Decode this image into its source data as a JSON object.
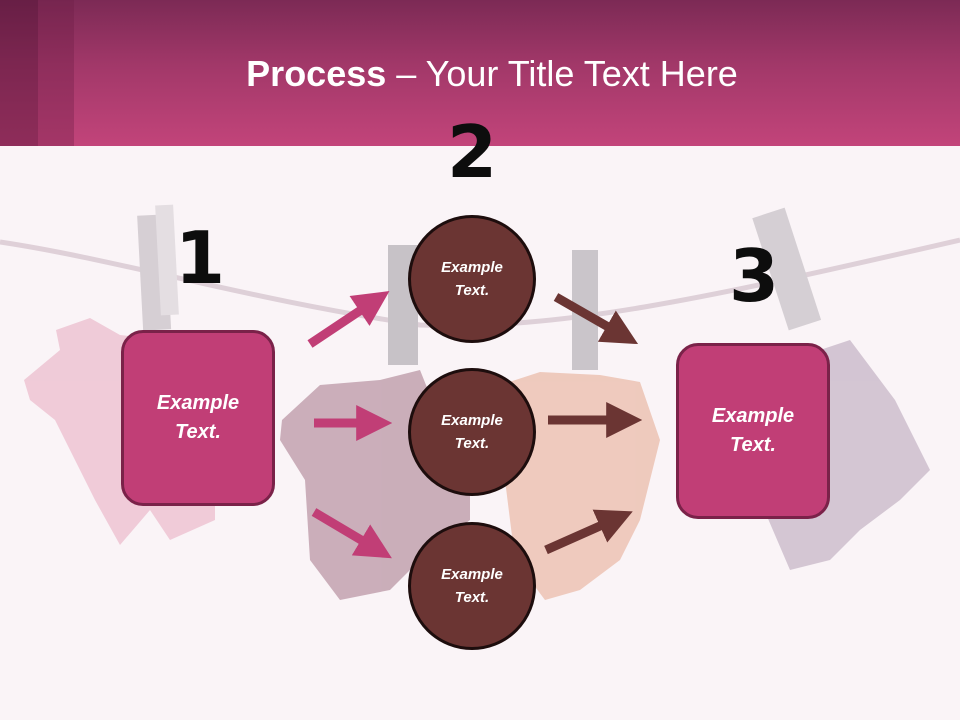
{
  "slide": {
    "title_bold": "Process",
    "title_rest": " – Your Title Text Here"
  },
  "colors": {
    "header": "#b23d71",
    "box_fill": "#c13e76",
    "circle_fill": "#6b3533",
    "arrow_pink": "#c13e76",
    "arrow_brown": "#6b3533"
  },
  "steps": {
    "step1": {
      "number": "1",
      "text": "Example\nText."
    },
    "step2": {
      "number": "2"
    },
    "step3": {
      "number": "3",
      "text": "Example\nText."
    }
  },
  "circles": [
    {
      "text": "Example\nText."
    },
    {
      "text": "Example\nText."
    },
    {
      "text": "Example\nText."
    }
  ]
}
